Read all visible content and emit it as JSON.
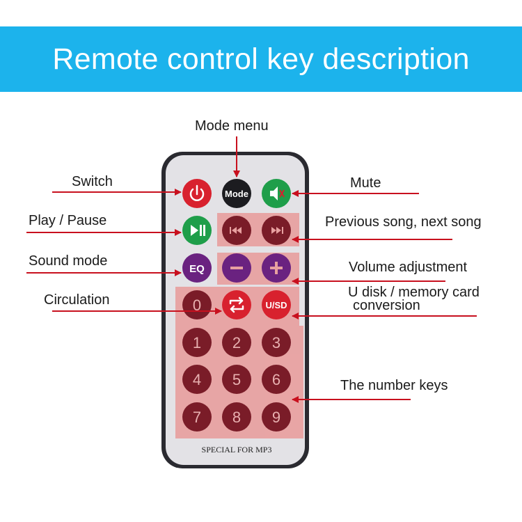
{
  "title": "Remote control key description",
  "labels": {
    "mode_menu": "Mode menu",
    "switch": "Switch",
    "mute": "Mute",
    "play_pause": "Play / Pause",
    "previous_next": "Previous song, next song",
    "sound_mode": "Sound mode",
    "volume": "Volume adjustment",
    "circulation": "Circulation",
    "udisk_line1": "U disk / memory card",
    "udisk_line2": "conversion",
    "number_keys": "The number keys"
  },
  "remote": {
    "mode_key": "Mode",
    "eq_key": "EQ",
    "usd_key": "U/SD",
    "footer": "SPECIAL FOR MP3",
    "numbers": [
      "0",
      "1",
      "2",
      "3",
      "4",
      "5",
      "6",
      "7",
      "8",
      "9"
    ]
  },
  "icons": {
    "power": "power-icon",
    "mute": "mute-speaker-icon",
    "play_pause": "play-pause-icon",
    "previous": "previous-track-icon",
    "next": "next-track-icon",
    "minus": "minus-icon",
    "plus": "plus-icon",
    "repeat": "repeat-icon"
  },
  "colors": {
    "banner": "#1cb3ec",
    "arrow": "#c8101e",
    "highlight": "#e8a0a0",
    "red_key": "#d8212e",
    "green_key": "#1f9e4a",
    "purple_key": "#6a2280",
    "number_key": "#7a1c28"
  }
}
